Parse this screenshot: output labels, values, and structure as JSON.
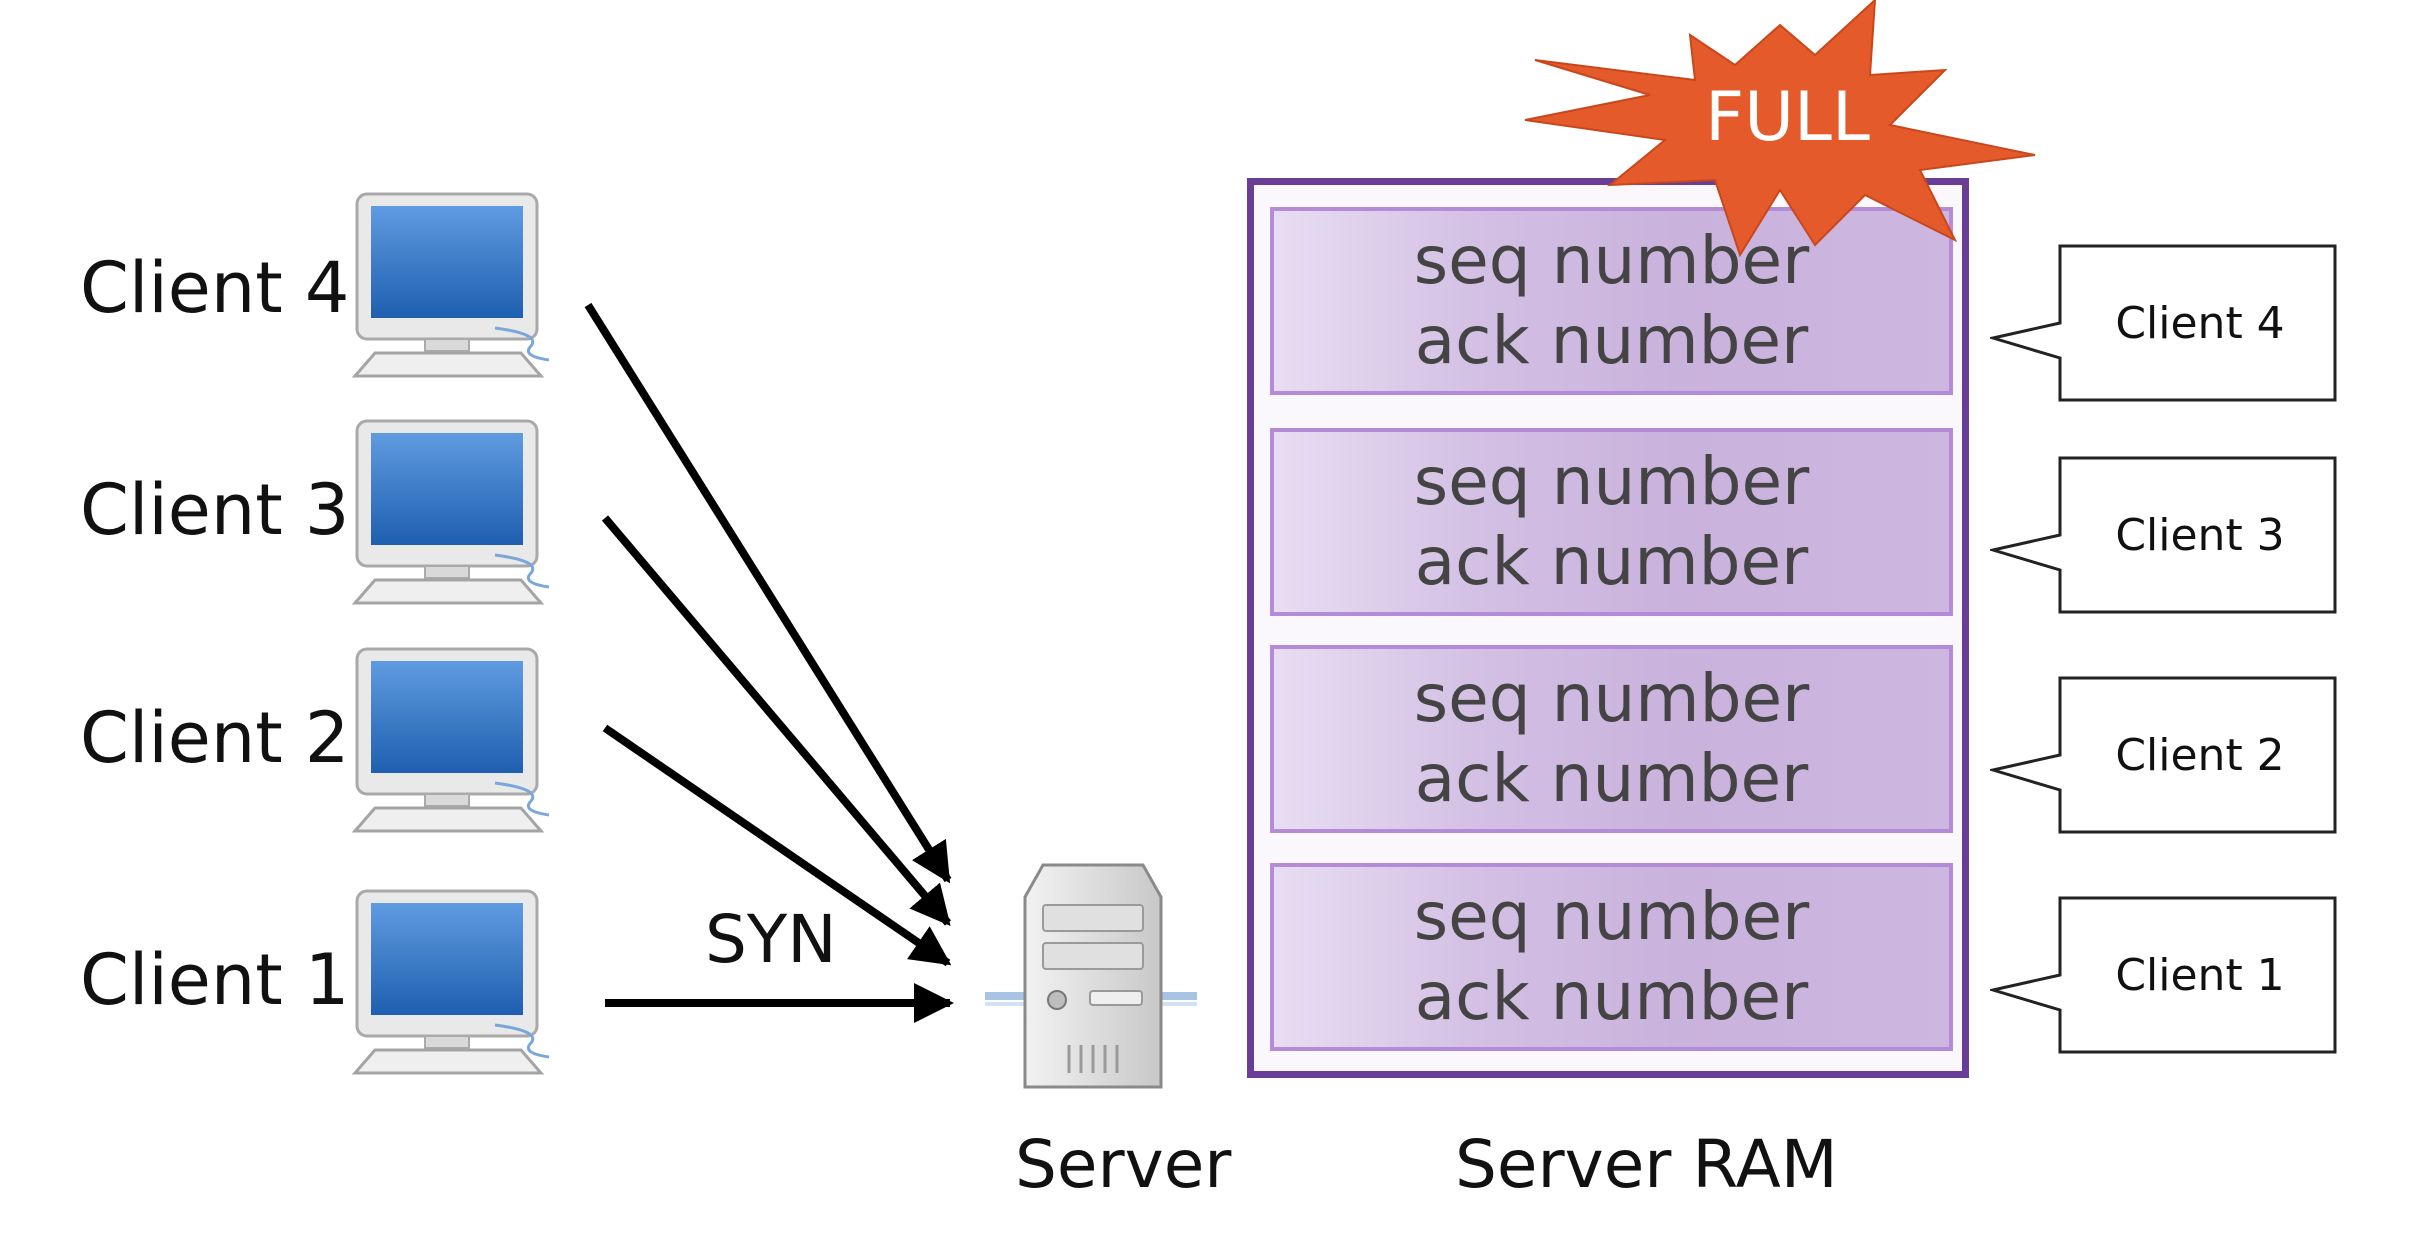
{
  "clients": [
    {
      "label": "Client 4"
    },
    {
      "label": "Client 3"
    },
    {
      "label": "Client 2"
    },
    {
      "label": "Client 1"
    }
  ],
  "syn_label": "SYN",
  "server_label": "Server",
  "ram_label": "Server RAM",
  "full_label": "FULL",
  "ram_slots": [
    {
      "seq": "seq number",
      "ack": "ack number"
    },
    {
      "seq": "seq number",
      "ack": "ack number"
    },
    {
      "seq": "seq number",
      "ack": "ack number"
    },
    {
      "seq": "seq number",
      "ack": "ack number"
    }
  ],
  "callouts": [
    {
      "label": "Client 4"
    },
    {
      "label": "Client 3"
    },
    {
      "label": "Client 2"
    },
    {
      "label": "Client 1"
    }
  ],
  "icons": {
    "client": "desktop-computer-icon",
    "server": "server-tower-icon",
    "burst": "starburst-icon"
  },
  "colors": {
    "ram_border": "#6a3d97",
    "slot_fill": "#d3c0e4",
    "burst": "#e45a2b"
  }
}
